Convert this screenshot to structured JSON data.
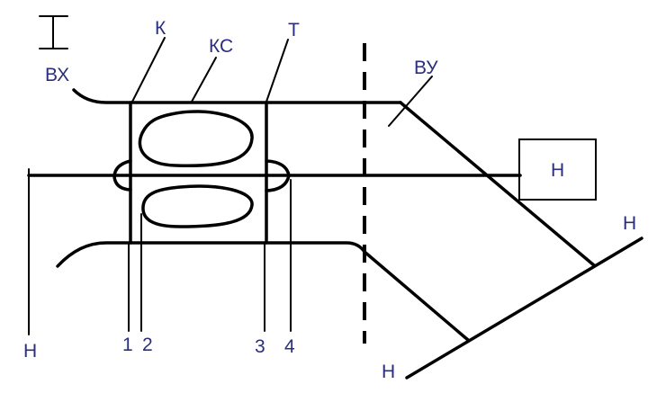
{
  "labels": {
    "I": "I",
    "VH": "ВХ",
    "K": "К",
    "KS": "КС",
    "T": "Т",
    "VU": "ВУ",
    "H_box": "Н",
    "H_right": "Н",
    "H_left": "Н",
    "H_bottom": "Н",
    "n1": "1",
    "n2": "2",
    "n3": "3",
    "n4": "4"
  },
  "colors": {
    "lines": "#000000",
    "text": "#2b2e7a"
  }
}
